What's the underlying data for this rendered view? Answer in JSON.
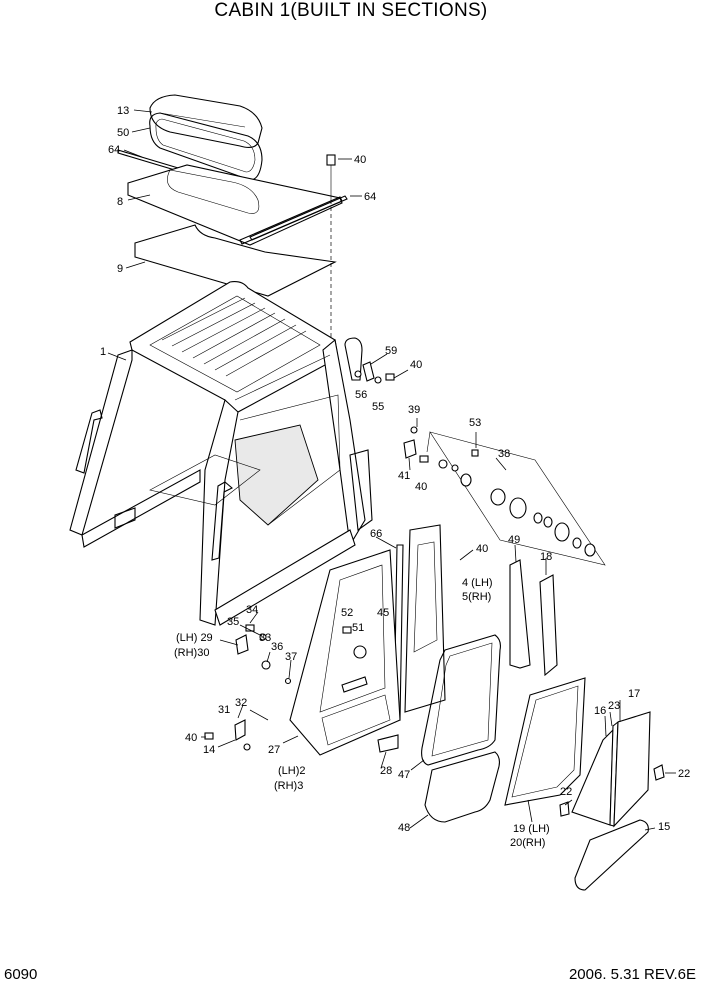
{
  "title": "CABIN 1(BUILT IN SECTIONS)",
  "footer": {
    "page": "6090",
    "revision": "2006. 5.31  REV.6E"
  },
  "callouts": [
    {
      "id": "c13",
      "text": "13"
    },
    {
      "id": "c50",
      "text": "50"
    },
    {
      "id": "c64a",
      "text": "64"
    },
    {
      "id": "c8",
      "text": "8"
    },
    {
      "id": "c9",
      "text": "9"
    },
    {
      "id": "c40a",
      "text": "40"
    },
    {
      "id": "c64b",
      "text": "64"
    },
    {
      "id": "c1",
      "text": "1"
    },
    {
      "id": "c59",
      "text": "59"
    },
    {
      "id": "c56",
      "text": "56"
    },
    {
      "id": "c40b",
      "text": "40"
    },
    {
      "id": "c55",
      "text": "55"
    },
    {
      "id": "c39",
      "text": "39"
    },
    {
      "id": "c53",
      "text": "53"
    },
    {
      "id": "c38",
      "text": "38"
    },
    {
      "id": "c41",
      "text": "41"
    },
    {
      "id": "c40c",
      "text": "40"
    },
    {
      "id": "c66",
      "text": "66"
    },
    {
      "id": "c40d",
      "text": "40"
    },
    {
      "id": "c49",
      "text": "49"
    },
    {
      "id": "c18",
      "text": "18"
    },
    {
      "id": "c4",
      "text": "4 (LH)"
    },
    {
      "id": "c5",
      "text": "5(RH)"
    },
    {
      "id": "c34",
      "text": "34"
    },
    {
      "id": "c52",
      "text": "52"
    },
    {
      "id": "c45",
      "text": "45"
    },
    {
      "id": "c35",
      "text": "35"
    },
    {
      "id": "c33",
      "text": "33"
    },
    {
      "id": "c29",
      "text": "(LH) 29"
    },
    {
      "id": "c51",
      "text": "51"
    },
    {
      "id": "c30",
      "text": "(RH)30"
    },
    {
      "id": "c36",
      "text": "36"
    },
    {
      "id": "c37",
      "text": "37"
    },
    {
      "id": "c17",
      "text": "17"
    },
    {
      "id": "c32",
      "text": "32"
    },
    {
      "id": "c23",
      "text": "23"
    },
    {
      "id": "c16",
      "text": "16"
    },
    {
      "id": "c31",
      "text": "31"
    },
    {
      "id": "c40e",
      "text": "40"
    },
    {
      "id": "c14",
      "text": "14"
    },
    {
      "id": "c27",
      "text": "27"
    },
    {
      "id": "c22a",
      "text": "22"
    },
    {
      "id": "c22b",
      "text": "22"
    },
    {
      "id": "c2",
      "text": "(LH)2"
    },
    {
      "id": "c28",
      "text": "28"
    },
    {
      "id": "c47",
      "text": "47"
    },
    {
      "id": "c3",
      "text": "(RH)3"
    },
    {
      "id": "c15",
      "text": "15"
    },
    {
      "id": "c48",
      "text": "48"
    },
    {
      "id": "c19",
      "text": "19 (LH)"
    },
    {
      "id": "c20",
      "text": "20(RH)"
    }
  ]
}
